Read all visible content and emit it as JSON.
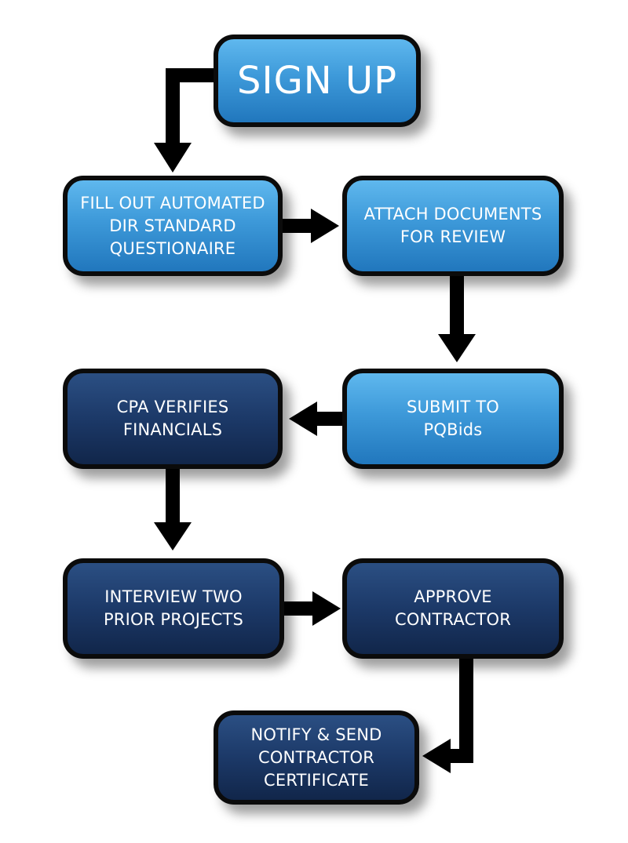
{
  "nodes": {
    "signup": {
      "lines": [
        "SIGN UP"
      ]
    },
    "fill_out": {
      "lines": [
        "FILL OUT AUTOMATED",
        "DIR STANDARD",
        "QUESTIONAIRE"
      ]
    },
    "attach": {
      "lines": [
        "ATTACH DOCUMENTS",
        "FOR REVIEW"
      ]
    },
    "submit": {
      "lines": [
        "SUBMIT TO",
        "PQBids"
      ]
    },
    "cpa": {
      "lines": [
        "CPA VERIFIES",
        "FINANCIALS"
      ]
    },
    "interview": {
      "lines": [
        "INTERVIEW TWO",
        "PRIOR PROJECTS"
      ]
    },
    "approve": {
      "lines": [
        "APPROVE",
        "CONTRACTOR"
      ]
    },
    "notify": {
      "lines": [
        "NOTIFY & SEND",
        "CONTRACTOR",
        "CERTIFICATE"
      ]
    }
  },
  "edges": [
    {
      "from": "signup",
      "to": "fill_out"
    },
    {
      "from": "fill_out",
      "to": "attach"
    },
    {
      "from": "attach",
      "to": "submit"
    },
    {
      "from": "submit",
      "to": "cpa"
    },
    {
      "from": "cpa",
      "to": "interview"
    },
    {
      "from": "interview",
      "to": "approve"
    },
    {
      "from": "approve",
      "to": "notify"
    }
  ],
  "colors": {
    "light_box": "#3d99d9",
    "dark_box": "#1c3968",
    "outline": "#0b0b0b",
    "arrow": "#000000"
  }
}
